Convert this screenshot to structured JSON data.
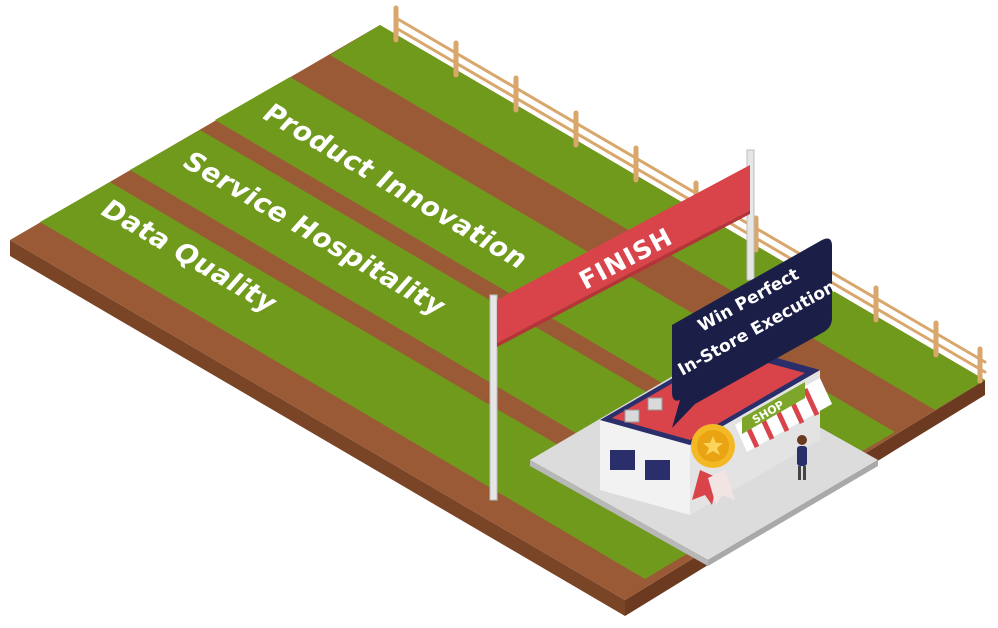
{
  "lanes": [
    {
      "label": "Product Innovation"
    },
    {
      "label": "Service Hospitality"
    },
    {
      "label": "Data Quality"
    }
  ],
  "finish_banner": {
    "label": "FINISH"
  },
  "speech_bubble": {
    "line1": "Win Perfect",
    "line2": "In-Store Execution"
  },
  "shop_sign": {
    "label": "SHOP"
  },
  "colors": {
    "grass": "#6f9a1c",
    "dirt": "#9b5a36",
    "dirt_side": "#7a4426",
    "banner": "#d9444b",
    "bubble": "#1b1f47",
    "fence": "#d9a66b",
    "badge": "#f4b824"
  }
}
